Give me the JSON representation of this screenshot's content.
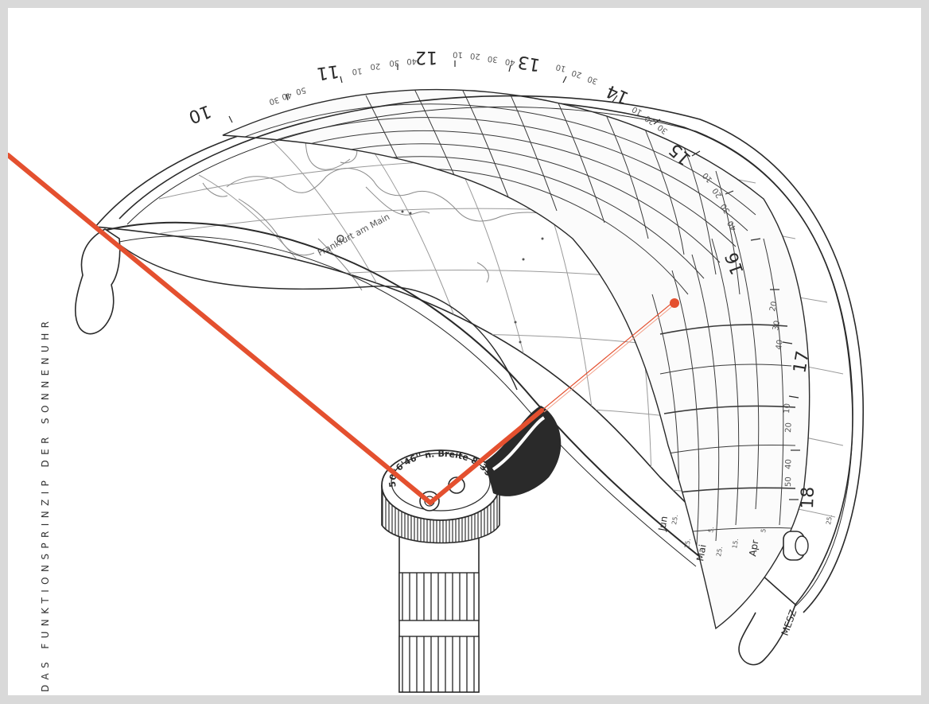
{
  "caption": "DAS FUNKTIONSPRINZIP DER SONNENUHR",
  "colors": {
    "beam": "#e4502f",
    "ink": "#2a2a2a",
    "panel": "#ffffff",
    "border": "#d9d9d9"
  },
  "hour_labels": [
    "10",
    "11",
    "12",
    "13",
    "14",
    "15",
    "16",
    "17",
    "18"
  ],
  "minute_labels": [
    "10",
    "20",
    "30",
    "40",
    "50"
  ],
  "city_label": "Frankfurt am Main",
  "base_ring_text": "50°6'46'' n. Breite 8°39'8'' ö. Länge",
  "month_labels": [
    "Jun",
    "Mai",
    "Apr"
  ],
  "day_labels": [
    "25.",
    "15.",
    "5.",
    "25.",
    "15.",
    "5.",
    "25."
  ],
  "timezone_label": "MESZ"
}
